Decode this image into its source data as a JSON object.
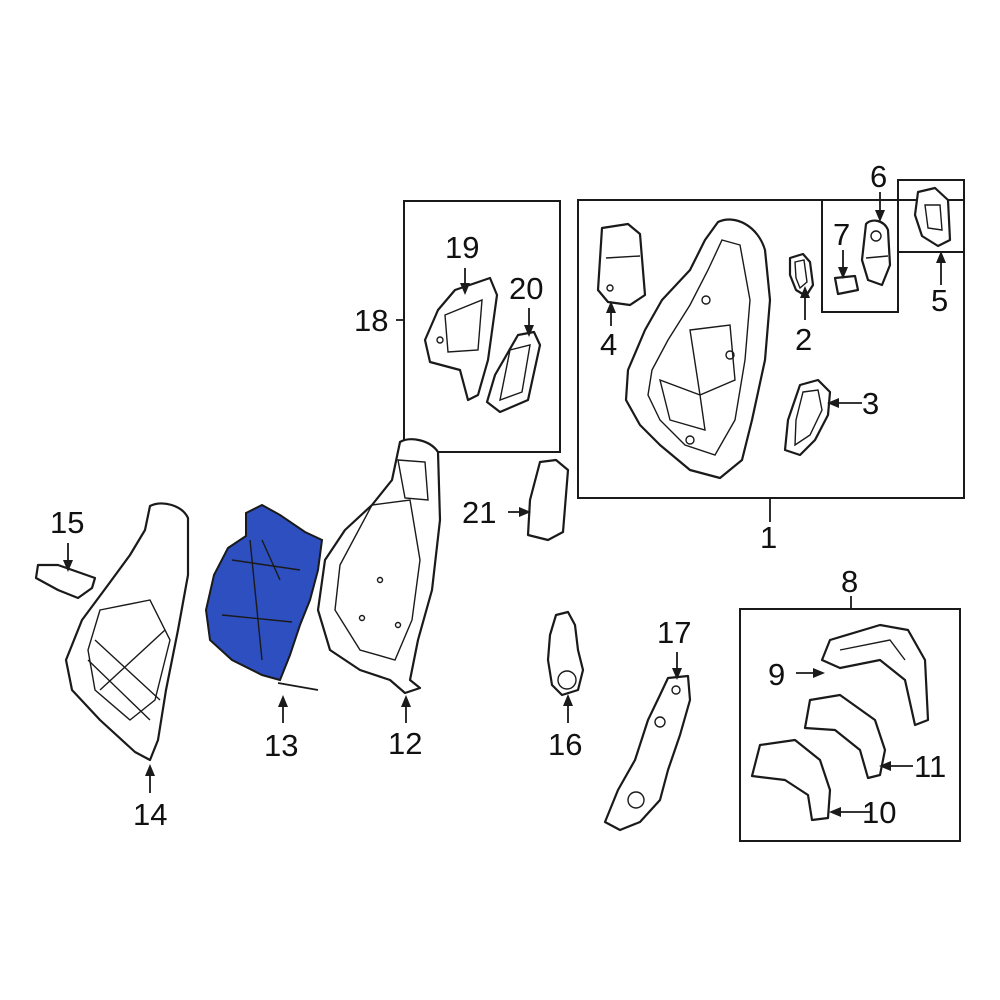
{
  "diagram": {
    "callouts": [
      "1",
      "2",
      "3",
      "4",
      "5",
      "6",
      "7",
      "8",
      "9",
      "10",
      "11",
      "12",
      "13",
      "14",
      "15",
      "16",
      "17",
      "18",
      "19",
      "20",
      "21"
    ],
    "highlight_color": "#2e4fbf",
    "outline_color": "#1a1a1a"
  }
}
